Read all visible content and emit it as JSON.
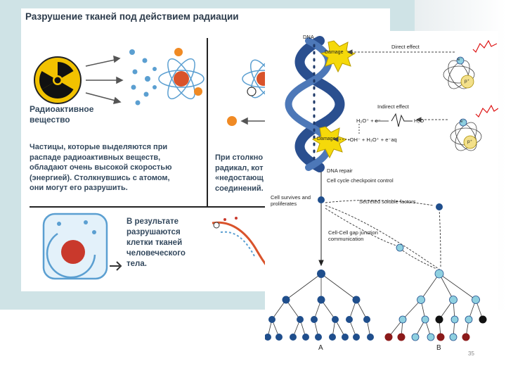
{
  "left": {
    "title": "Разрушение тканей под действием радиации",
    "source_label": "Радиоактивное\nвещество",
    "particles_text": "Частицы, которые выделяются при\nраспаде радиоактивных веществ,\nобладают очень высокой скоростью\n(энергией). Столкнувшись с атомом,\nони могут его разрушить.",
    "collision_text": "При столкно\nрадикал, кот\n«недостающ\nсоединений.",
    "result_text": "В результате\nразрушаются\nклетки тканей\nчеловеческого\nтела.",
    "electron_sign": "−"
  },
  "right": {
    "dna_label": "DNA",
    "damage_label": "Damage",
    "direct_effect": "Direct effect",
    "indirect_effect": "Indirect effect",
    "eq1_left": "H₂O⁺ + e⁻",
    "eq1_right": "H₂O",
    "eq2": "•OH⁻ + H₃O⁺ + e⁻aq",
    "proton": "p⁺",
    "electron": "e⁻",
    "dna_repair": "DNA repair",
    "checkpoint": "Cell cycle checkpoint control",
    "survives": "Cell survives and\nproliferates",
    "soluble": "Secreted soluble factors",
    "gap_junction": "Cell-Cell gap junction\ncommunication",
    "label_a": "A",
    "label_b": "B"
  },
  "page_number": "35",
  "colors": {
    "dark_blue": "#1f4e8c",
    "light_blue": "#8fd0e0",
    "dark_red": "#8b1a1a",
    "black": "#111111"
  }
}
